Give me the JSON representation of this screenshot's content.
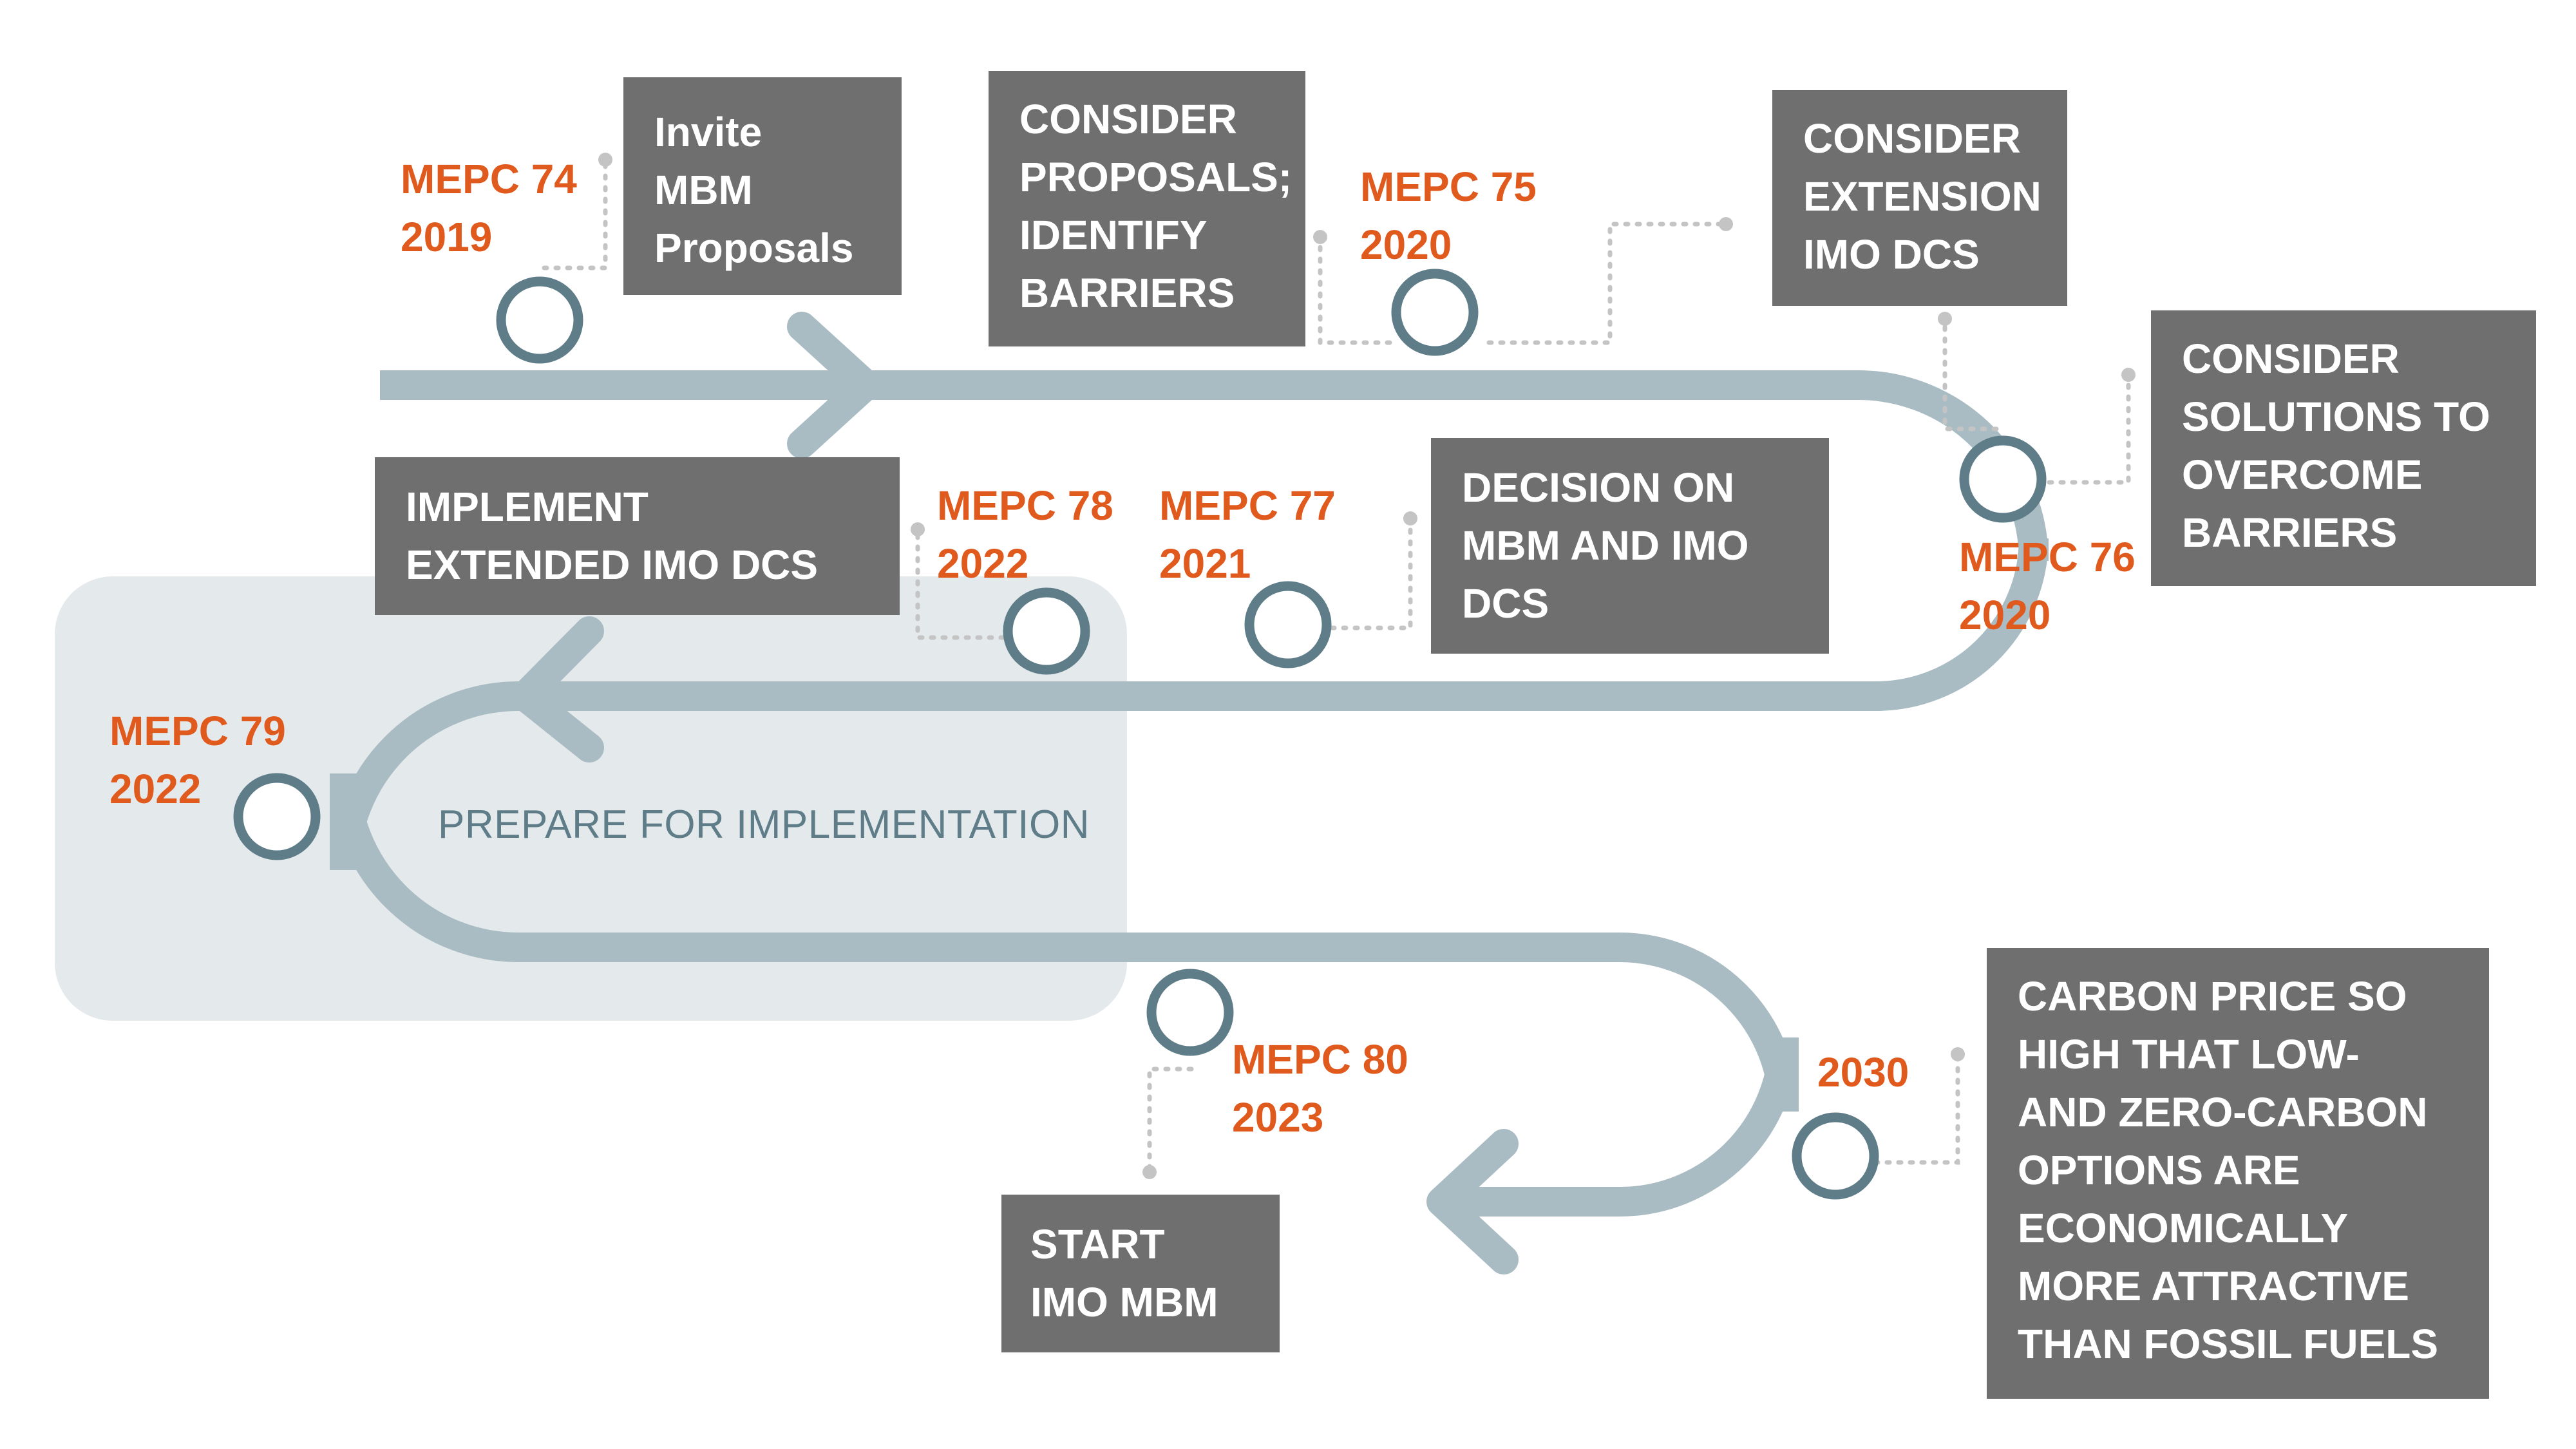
{
  "diagram": {
    "milestones": [
      {
        "id": "mepc74",
        "lines": [
          "MEPC 74",
          "2019"
        ]
      },
      {
        "id": "mepc75",
        "lines": [
          "MEPC 75",
          "2020"
        ]
      },
      {
        "id": "mepc76",
        "lines": [
          "MEPC 76",
          "2020"
        ]
      },
      {
        "id": "mepc77",
        "lines": [
          "MEPC 77",
          "2021"
        ]
      },
      {
        "id": "mepc78",
        "lines": [
          "MEPC 78",
          "2022"
        ]
      },
      {
        "id": "mepc79",
        "lines": [
          "MEPC 79",
          "2022"
        ]
      },
      {
        "id": "mepc80",
        "lines": [
          "MEPC 80",
          "2023"
        ]
      },
      {
        "id": "y2030",
        "lines": [
          "2030"
        ]
      }
    ],
    "boxes": [
      {
        "id": "invite-mbm",
        "lines": [
          "Invite",
          "MBM",
          "Proposals"
        ]
      },
      {
        "id": "consider-proposals",
        "lines": [
          "CONSIDER",
          "PROPOSALS;",
          "IDENTIFY",
          "BARRIERS"
        ]
      },
      {
        "id": "consider-extension",
        "lines": [
          "CONSIDER",
          "EXTENSION",
          "IMO DCS"
        ]
      },
      {
        "id": "consider-solutions",
        "lines": [
          "CONSIDER",
          "SOLUTIONS TO",
          "OVERCOME",
          "BARRIERS"
        ]
      },
      {
        "id": "decision",
        "lines": [
          "DECISION ON",
          "MBM AND IMO",
          "DCS"
        ]
      },
      {
        "id": "implement-dcs",
        "lines": [
          "IMPLEMENT",
          "EXTENDED IMO DCS"
        ]
      },
      {
        "id": "start-mbm",
        "lines": [
          "START",
          "IMO MBM"
        ]
      },
      {
        "id": "carbon-price",
        "lines": [
          "CARBON PRICE SO",
          "HIGH THAT LOW-",
          "AND ZERO-CARBON",
          "OPTIONS ARE",
          "ECONOMICALLY",
          "MORE ATTRACTIVE",
          "THAN FOSSIL FUELS"
        ]
      }
    ],
    "region_label": "PREPARE FOR IMPLEMENTATION",
    "colors": {
      "path": "#a9bcc3",
      "node_ring": "#5f7d88",
      "milestone_text": "#e05a1e",
      "box_fill": "#6f6f6f",
      "region_fill": "#e4e9ec",
      "connector": "#c4c4c4"
    }
  }
}
